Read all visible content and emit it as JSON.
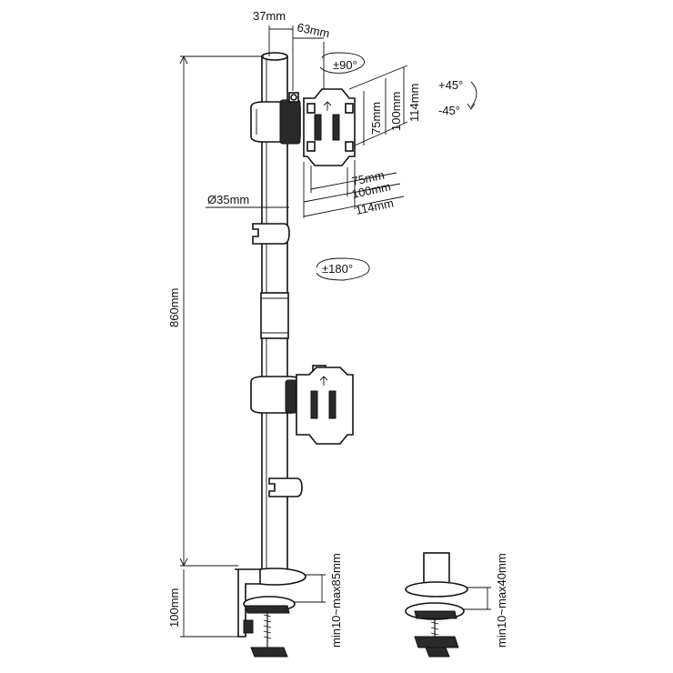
{
  "dimensions": {
    "pole_offset": "37mm",
    "arm_offset": "63mm",
    "rotation_top": "±90°",
    "tilt_up": "+45°",
    "tilt_down": "-45°",
    "vesa_v_75": "75mm",
    "vesa_v_100": "100mm",
    "vesa_v_114": "114mm",
    "vesa_h_75": "75mm",
    "vesa_h_100": "100mm",
    "vesa_h_114": "114mm",
    "pole_diameter": "Ø35mm",
    "swivel": "±180°",
    "pole_height": "860mm",
    "clamp_height": "100mm",
    "clamp_range_1": "min10~max85mm",
    "clamp_range_2": "min10~max40mm"
  },
  "colors": {
    "line": "#111111",
    "fill": "#ffffff"
  }
}
